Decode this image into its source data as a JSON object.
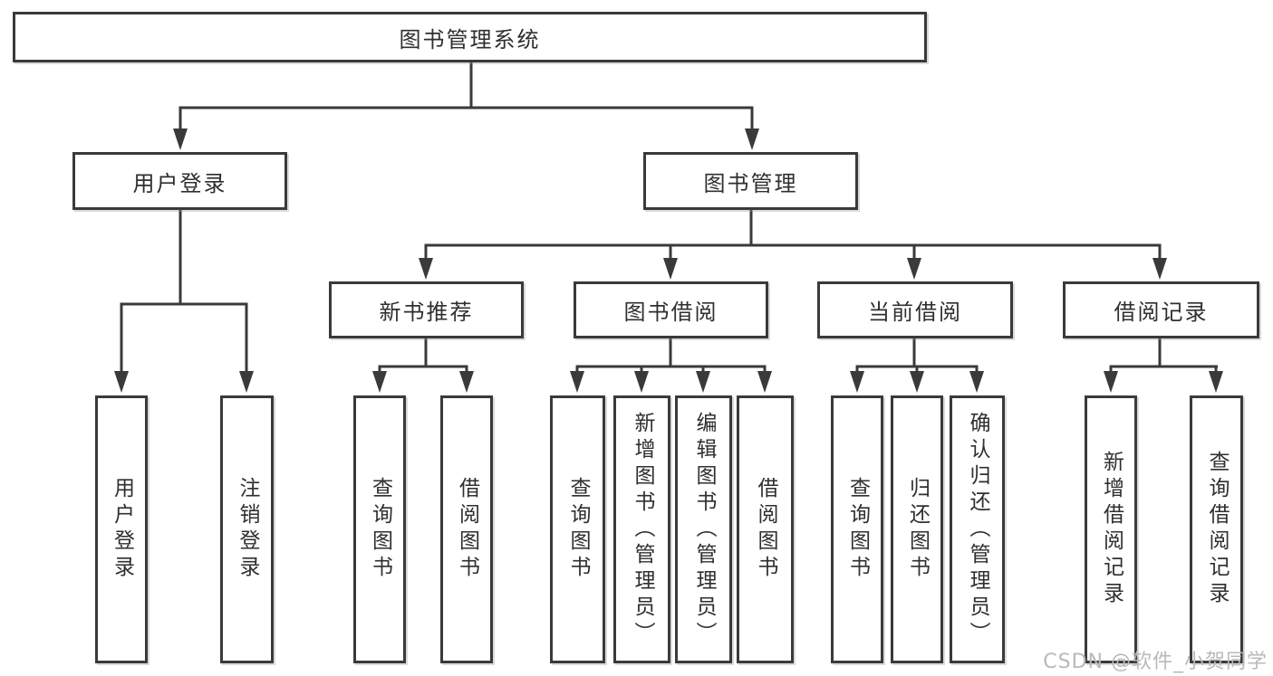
{
  "diagram": {
    "root": {
      "label": "图书管理系统"
    },
    "level2": [
      {
        "id": "user-login",
        "label": "用户登录"
      },
      {
        "id": "book-management",
        "label": "图书管理"
      }
    ],
    "level3": [
      {
        "id": "new-book-recommend",
        "label": "新书推荐",
        "parent": "图书管理"
      },
      {
        "id": "book-borrowing",
        "label": "图书借阅",
        "parent": "图书管理"
      },
      {
        "id": "current-borrowing",
        "label": "当前借阅",
        "parent": "图书管理"
      },
      {
        "id": "borrowing-records",
        "label": "借阅记录",
        "parent": "图书管理"
      }
    ],
    "leaves": [
      {
        "label": "用户登录",
        "parent": "用户登录"
      },
      {
        "label": "注销登录",
        "parent": "用户登录"
      },
      {
        "label": "查询图书",
        "parent": "新书推荐"
      },
      {
        "label": "借阅图书",
        "parent": "新书推荐"
      },
      {
        "label": "查询图书",
        "parent": "图书借阅"
      },
      {
        "label": "新增图书（管理员）",
        "parent": "图书借阅"
      },
      {
        "label": "编辑图书（管理员）",
        "parent": "图书借阅"
      },
      {
        "label": "借阅图书",
        "parent": "图书借阅"
      },
      {
        "label": "查询图书",
        "parent": "当前借阅"
      },
      {
        "label": "归还图书",
        "parent": "当前借阅"
      },
      {
        "label": "确认归还（管理员）",
        "parent": "当前借阅"
      },
      {
        "label": "新增借阅记录",
        "parent": "借阅记录"
      },
      {
        "label": "查询借阅记录",
        "parent": "借阅记录"
      }
    ]
  },
  "watermark": "CSDN @软件_小贺同学",
  "colors": {
    "line": "#3a3a3a",
    "box_border": "#3a3a3a",
    "text": "#2f2f2f",
    "watermark": "#b9b9b9",
    "background": "#ffffff"
  }
}
